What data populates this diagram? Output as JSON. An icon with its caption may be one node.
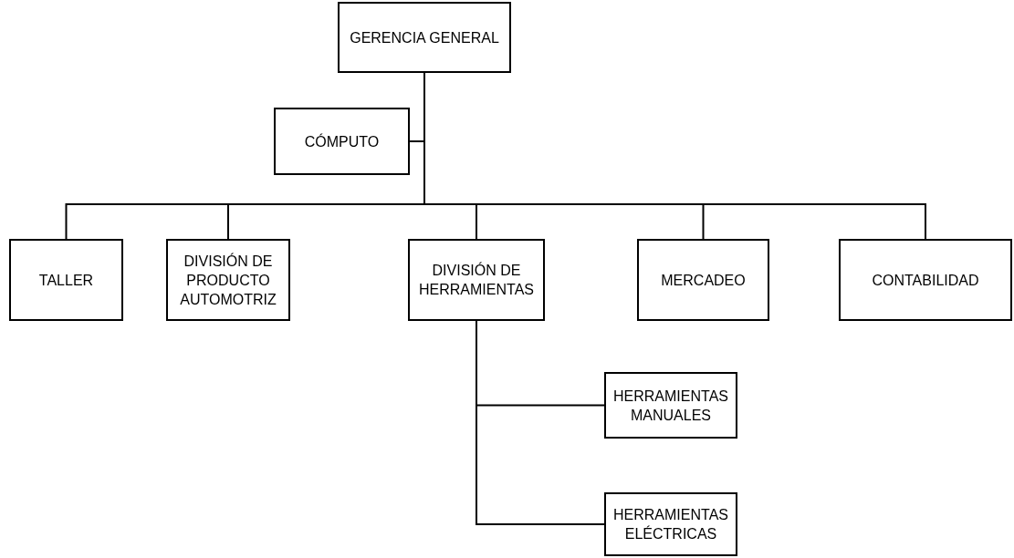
{
  "diagram": {
    "nodes": [
      {
        "text": [
          "GERENCIA GENERAL"
        ]
      },
      {
        "text": [
          "CÓMPUTO"
        ]
      },
      {
        "text": [
          "TALLER"
        ]
      },
      {
        "text": [
          "DIVISIÓN DE PRODUCTO AUTOMOTRIZ"
        ]
      },
      {
        "text": [
          "DIVISIÓN DE HERRAMIENTAS"
        ]
      },
      {
        "text": [
          "MERCADEO"
        ]
      },
      {
        "text": [
          "CONTABILIDAD"
        ]
      },
      {
        "text": [
          "HERRAMIENTAS MANUALES"
        ]
      },
      {
        "text": [
          "HERRAMIENTAS ELÉCTRICAS"
        ]
      }
    ],
    "edges": [
      {
        "from": 0,
        "to": 1,
        "arrow": "none"
      },
      {
        "from": 0,
        "to": 2,
        "arrow": "none"
      },
      {
        "from": 0,
        "to": 3,
        "arrow": "none"
      },
      {
        "from": 0,
        "to": 4,
        "arrow": "none"
      },
      {
        "from": 0,
        "to": 5,
        "arrow": "none"
      },
      {
        "from": 0,
        "to": 6,
        "arrow": "none"
      },
      {
        "from": 4,
        "to": 7,
        "arrow": "none"
      },
      {
        "from": 4,
        "to": 8,
        "arrow": "none"
      }
    ]
  }
}
